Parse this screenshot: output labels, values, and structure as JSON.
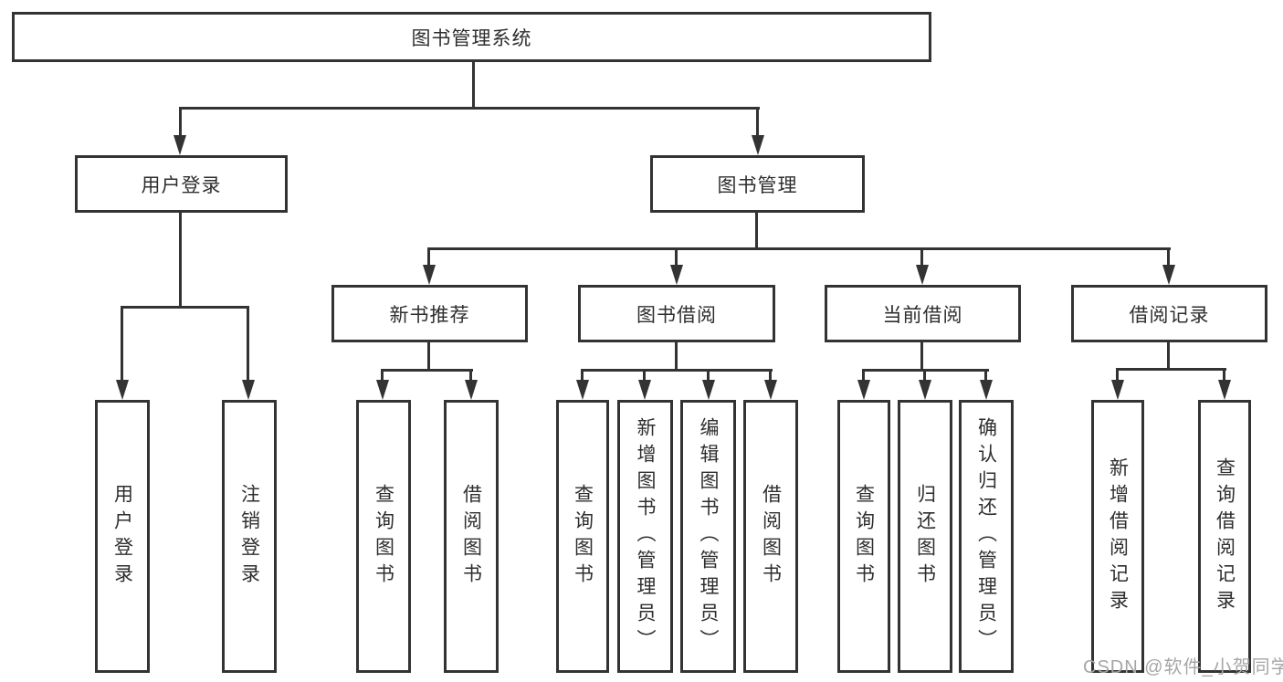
{
  "diagram": {
    "type": "tree",
    "root": {
      "label": "图书管理系统",
      "children": [
        {
          "label": "用户登录",
          "children": [
            {
              "label": "用户登录"
            },
            {
              "label": "注销登录"
            }
          ]
        },
        {
          "label": "图书管理",
          "children": [
            {
              "label": "新书推荐",
              "children": [
                {
                  "label": "查询图书"
                },
                {
                  "label": "借阅图书"
                }
              ]
            },
            {
              "label": "图书借阅",
              "children": [
                {
                  "label": "查询图书"
                },
                {
                  "label": "新增图书（管理员）"
                },
                {
                  "label": "编辑图书（管理员）"
                },
                {
                  "label": "借阅图书"
                }
              ]
            },
            {
              "label": "当前借阅",
              "children": [
                {
                  "label": "查询图书"
                },
                {
                  "label": "归还图书"
                },
                {
                  "label": "确认归还（管理员）"
                }
              ]
            },
            {
              "label": "借阅记录",
              "children": [
                {
                  "label": "新增借阅记录"
                },
                {
                  "label": "查询借阅记录"
                }
              ]
            }
          ]
        }
      ]
    }
  },
  "watermark": {
    "text": "CSDN @软件_小贺同学"
  },
  "colors": {
    "line": "#333333",
    "box_border": "#333333",
    "box_fill": "#ffffff",
    "text": "#2e2e2e",
    "watermark": "#a6a6a6",
    "background": "#ffffff"
  }
}
